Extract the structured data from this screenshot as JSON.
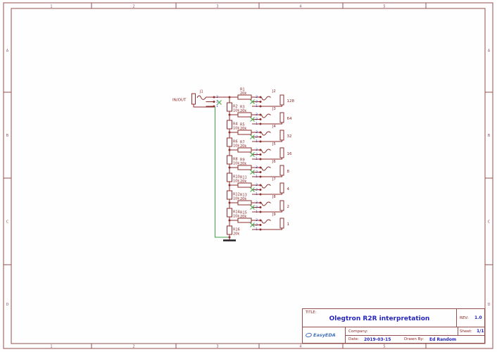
{
  "sheet": {
    "columns": [
      "1",
      "2",
      "3",
      "4",
      "5"
    ],
    "rows": [
      "A",
      "B",
      "C",
      "D"
    ]
  },
  "title_block": {
    "title_label": "TITLE:",
    "title": "Olegtron R2R interpretation",
    "rev_label": "REV:",
    "rev": "1.0",
    "company_label": "Company:",
    "sheet_label": "Sheet:",
    "sheet": "1/1",
    "date_label": "Date:",
    "date": "2019-03-15",
    "drawn_by_label": "Drawn By:",
    "drawn_by": "Ed Random",
    "logo_text": "EasyEDA"
  },
  "schematic": {
    "net_label": "IN/OUT",
    "jack_pin_numbers": [
      "3",
      "2",
      "1"
    ],
    "input_jack_ref": "J1",
    "rows": [
      {
        "series_ref": "R1",
        "series_val": "20k",
        "shunt_ref": "R2",
        "shunt_val": "10k",
        "jack_ref": "J2",
        "weight": "128"
      },
      {
        "series_ref": "R3",
        "series_val": "20k",
        "shunt_ref": "R4",
        "shunt_val": "10k",
        "jack_ref": "J3",
        "weight": "64"
      },
      {
        "series_ref": "R5",
        "series_val": "20k",
        "shunt_ref": "R6",
        "shunt_val": "10k",
        "jack_ref": "J4",
        "weight": "32"
      },
      {
        "series_ref": "R7",
        "series_val": "20k",
        "shunt_ref": "R8",
        "shunt_val": "10k",
        "jack_ref": "J5",
        "weight": "16"
      },
      {
        "series_ref": "R9",
        "series_val": "20k",
        "shunt_ref": "R10",
        "shunt_val": "10k",
        "jack_ref": "J6",
        "weight": "8"
      },
      {
        "series_ref": "R11",
        "series_val": "20k",
        "shunt_ref": "R12",
        "shunt_val": "10k",
        "jack_ref": "J7",
        "weight": "4"
      },
      {
        "series_ref": "R13",
        "series_val": "20k",
        "shunt_ref": "R14",
        "shunt_val": "10k",
        "jack_ref": "J8",
        "weight": "2"
      },
      {
        "series_ref": "R15",
        "series_val": "20k",
        "shunt_ref": null,
        "shunt_val": null,
        "jack_ref": "J9",
        "weight": "1"
      }
    ],
    "termination": {
      "ref": "R16",
      "value": "20k"
    }
  },
  "colors": {
    "frame": "#94504f",
    "wire": "#8d2f2f",
    "red_text": "#8d2626",
    "pin_blue": "#3a3ac8",
    "nc_green": "#4aa84a",
    "ground_green": "#3da24b",
    "ground_bar": "#222222",
    "value_blue": "#2525bd",
    "logo_blue": "#4472b9",
    "component_fill": "#ffffff"
  }
}
